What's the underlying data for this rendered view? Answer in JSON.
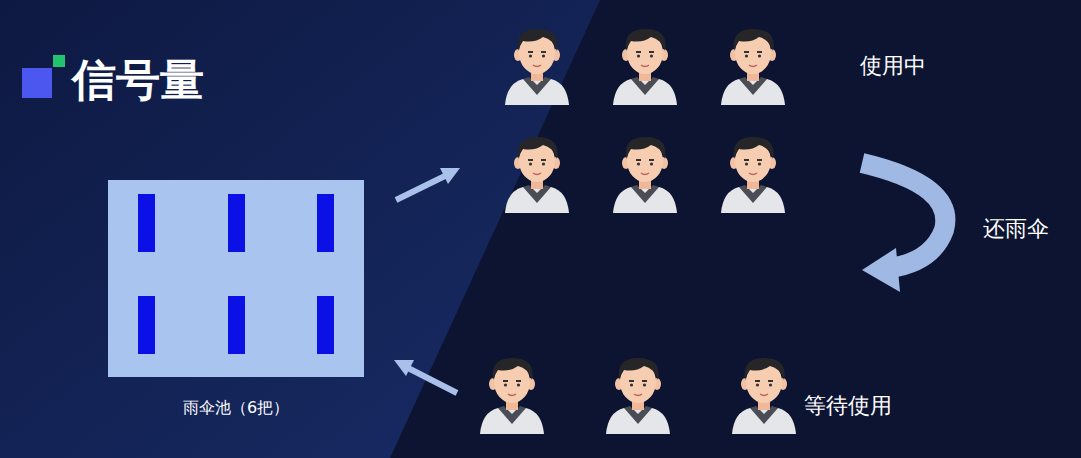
{
  "diagram": {
    "title": "信号量",
    "nodes": [
      {
        "text": [
          "雨伞池（6把）"
        ]
      }
    ],
    "labels": [
      "使用中",
      "还雨伞",
      "等待使用"
    ]
  }
}
